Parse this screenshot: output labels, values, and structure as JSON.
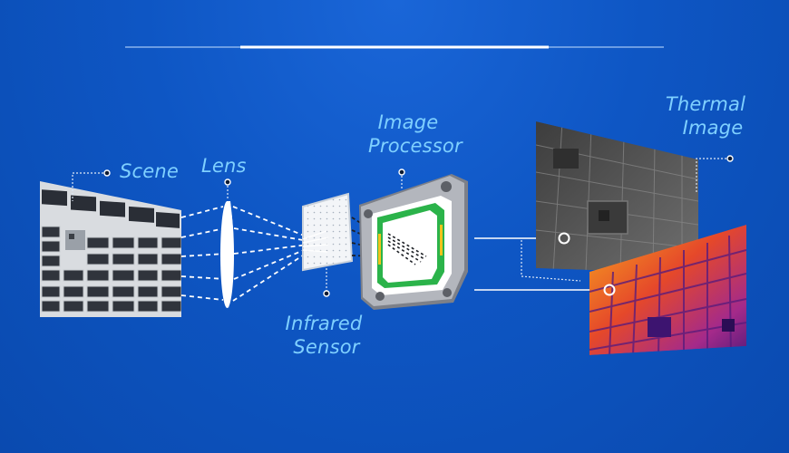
{
  "labels": {
    "scene": "Scene",
    "lens": "Lens",
    "image_processor": [
      "Image",
      "Processor"
    ],
    "infrared_sensor": [
      "Infrared",
      "Sensor"
    ],
    "thermal_image": [
      "Thermal",
      "Image"
    ]
  },
  "colors": {
    "label": "#7fd0ff",
    "background": "#0e56c4",
    "lines": "#ffffff",
    "chip_green": "#2bb34a",
    "chip_yellow": "#f2c21b"
  },
  "icons": [
    "progress-track",
    "lens-shape",
    "sensor-grid",
    "processor-chip"
  ]
}
